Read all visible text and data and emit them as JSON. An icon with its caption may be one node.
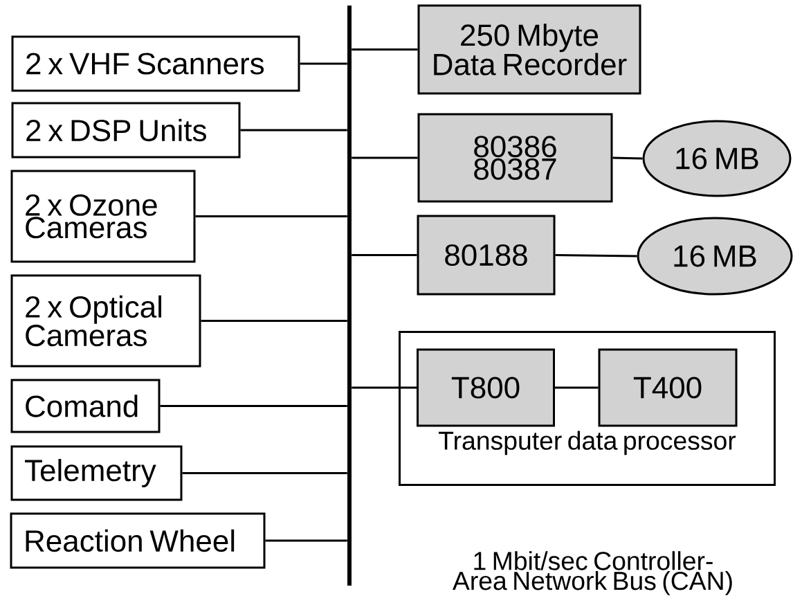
{
  "diagram": {
    "nodes": [
      {
        "text": [
          "2 x VHF Scanners"
        ]
      },
      {
        "text": [
          "2 x DSP Units"
        ]
      },
      {
        "text": [
          "2 x Ozone Cameras"
        ]
      },
      {
        "text": [
          "2 x Optical Cameras"
        ]
      },
      {
        "text": [
          "Comand"
        ]
      },
      {
        "text": [
          "Telemetry"
        ]
      },
      {
        "text": [
          "Reaction Wheel"
        ]
      },
      {
        "text": [],
        "shape": "bar"
      },
      {
        "text": [
          "250 Mbyte Data Recorder"
        ]
      },
      {
        "text": [
          "80386 80387"
        ]
      },
      {
        "text": [
          "16 MB"
        ]
      },
      {
        "text": [
          "80188"
        ]
      },
      {
        "text": [
          "16 MB"
        ]
      },
      {
        "text": [
          "Transputer data processor"
        ]
      },
      {
        "text": [
          "T800"
        ],
        "in": 13
      },
      {
        "text": [
          "T400"
        ],
        "in": 13
      }
    ],
    "edges": [
      {
        "from": 0,
        "to": 7,
        "arrow": "none"
      },
      {
        "from": 1,
        "to": 7,
        "arrow": "none"
      },
      {
        "from": 2,
        "to": 7,
        "arrow": "none"
      },
      {
        "from": 3,
        "to": 7,
        "arrow": "none"
      },
      {
        "from": 4,
        "to": 7,
        "arrow": "none"
      },
      {
        "from": 5,
        "to": 7,
        "arrow": "none"
      },
      {
        "from": 6,
        "to": 7,
        "arrow": "none"
      },
      {
        "from": 7,
        "to": 8,
        "arrow": "none"
      },
      {
        "from": 7,
        "to": 9,
        "arrow": "none"
      },
      {
        "from": 7,
        "to": 11,
        "arrow": "none"
      },
      {
        "from": 7,
        "to": 14,
        "arrow": "none"
      },
      {
        "from": 9,
        "to": 10,
        "arrow": "none"
      },
      {
        "from": 11,
        "to": 12,
        "arrow": "none"
      },
      {
        "from": 14,
        "to": 15,
        "arrow": "none"
      }
    ],
    "labels": [
      "1 Mbit/sec Controller-Area Network Bus (CAN)"
    ]
  }
}
